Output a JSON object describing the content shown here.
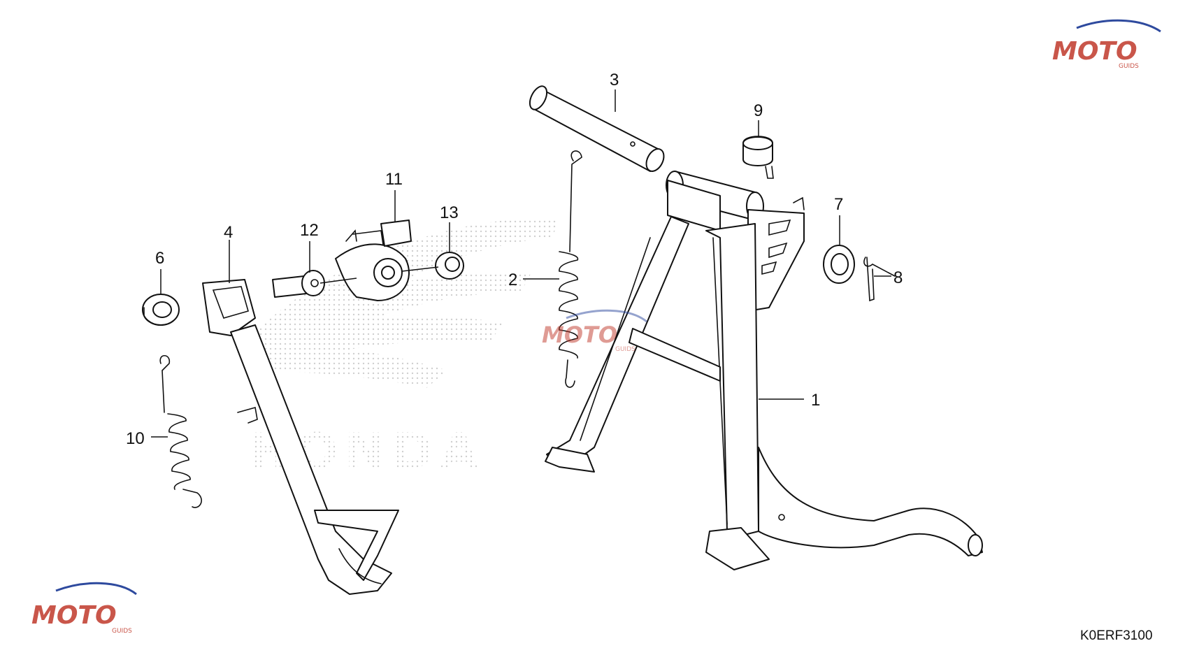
{
  "diagram": {
    "drawing_code": "K0ERF3100",
    "callouts": {
      "c1": "1",
      "c2": "2",
      "c3": "3",
      "c4": "4",
      "c5": "6",
      "c6": "7",
      "c7": "8",
      "c8": "9",
      "c9": "10",
      "c10": "11",
      "c11": "12",
      "c12": "13"
    },
    "watermark": {
      "brand": "MOTO",
      "sub": "GUIDS",
      "color": "#c0392b",
      "accent": "#2e4a9e"
    },
    "background_logo": {
      "text": "HONDA",
      "color": "#d8d8d8"
    },
    "icons": [
      "center-stand",
      "side-stand",
      "spring",
      "pivot-pin",
      "switch",
      "collar",
      "washer",
      "cotter-pin",
      "rubber-stopper",
      "bolt",
      "nut"
    ]
  }
}
